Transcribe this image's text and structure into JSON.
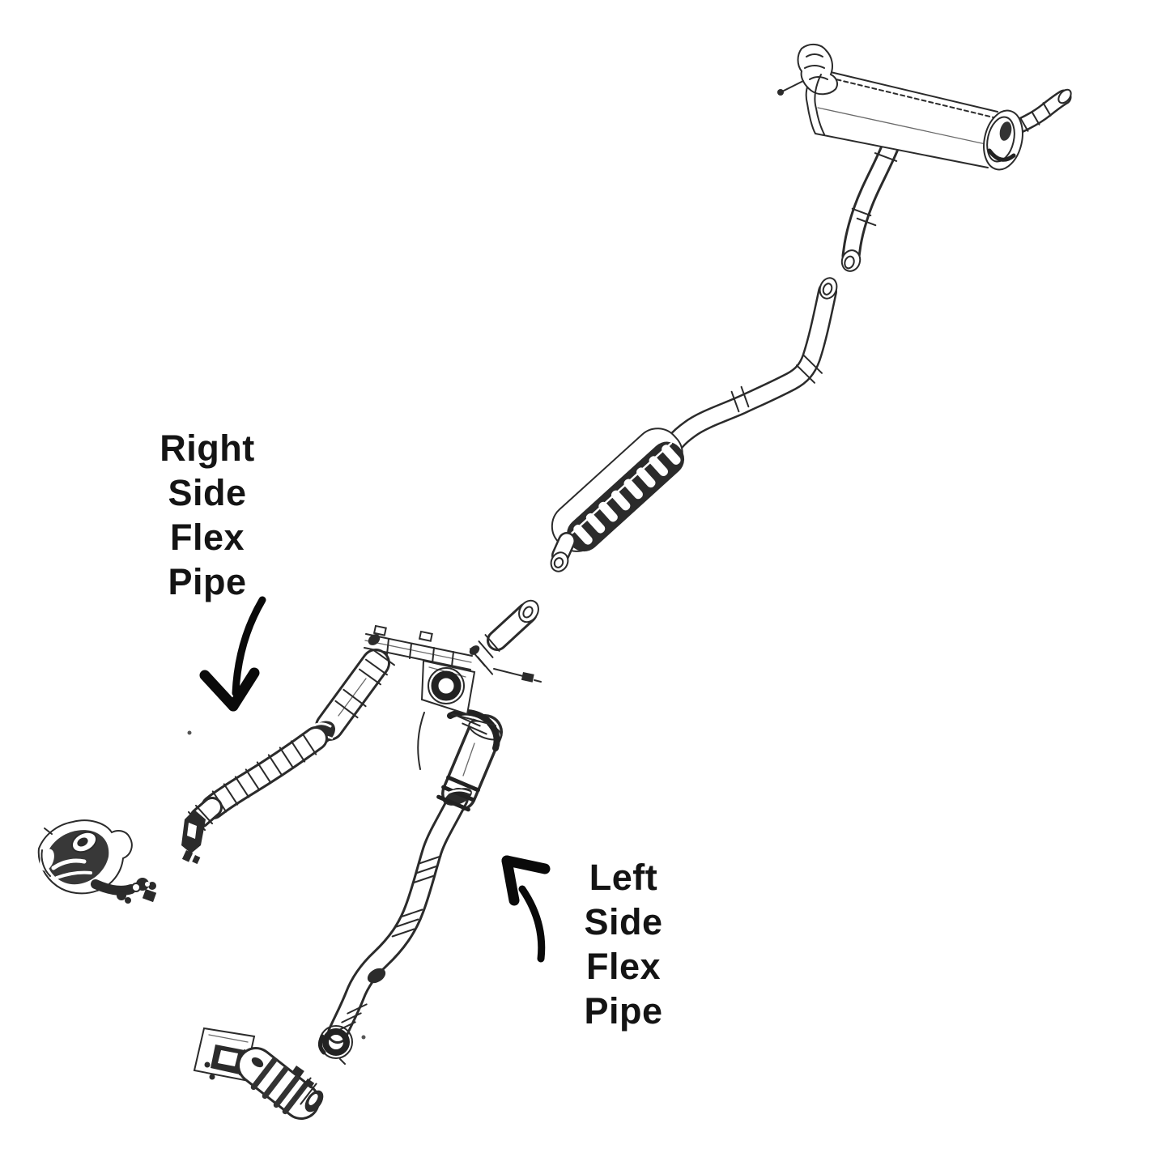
{
  "page": {
    "background_color": "#ffffff",
    "ink_color": "#2b2b2b",
    "text_color": "#141414",
    "arrow_color": "#0a0a0a"
  },
  "diagram": {
    "kind": "exploded parts line drawing",
    "subject": "vehicle exhaust system",
    "parts": [
      "muffler-and-tailpipe",
      "muffler-inlet-pipe",
      "intermediate-pipe",
      "resonator-heat-shield",
      "y-pipe-junction",
      "gasket-flange",
      "right-side-flex-pipe",
      "left-side-flex-pipe",
      "left-catalytic-converter",
      "right-catalytic-converter"
    ]
  },
  "labels": {
    "right_flex_pipe": {
      "lines": [
        "Right",
        "Side",
        "Flex",
        "Pipe"
      ]
    },
    "left_flex_pipe": {
      "lines": [
        "Left",
        "Side",
        "Flex",
        "Pipe"
      ]
    }
  }
}
